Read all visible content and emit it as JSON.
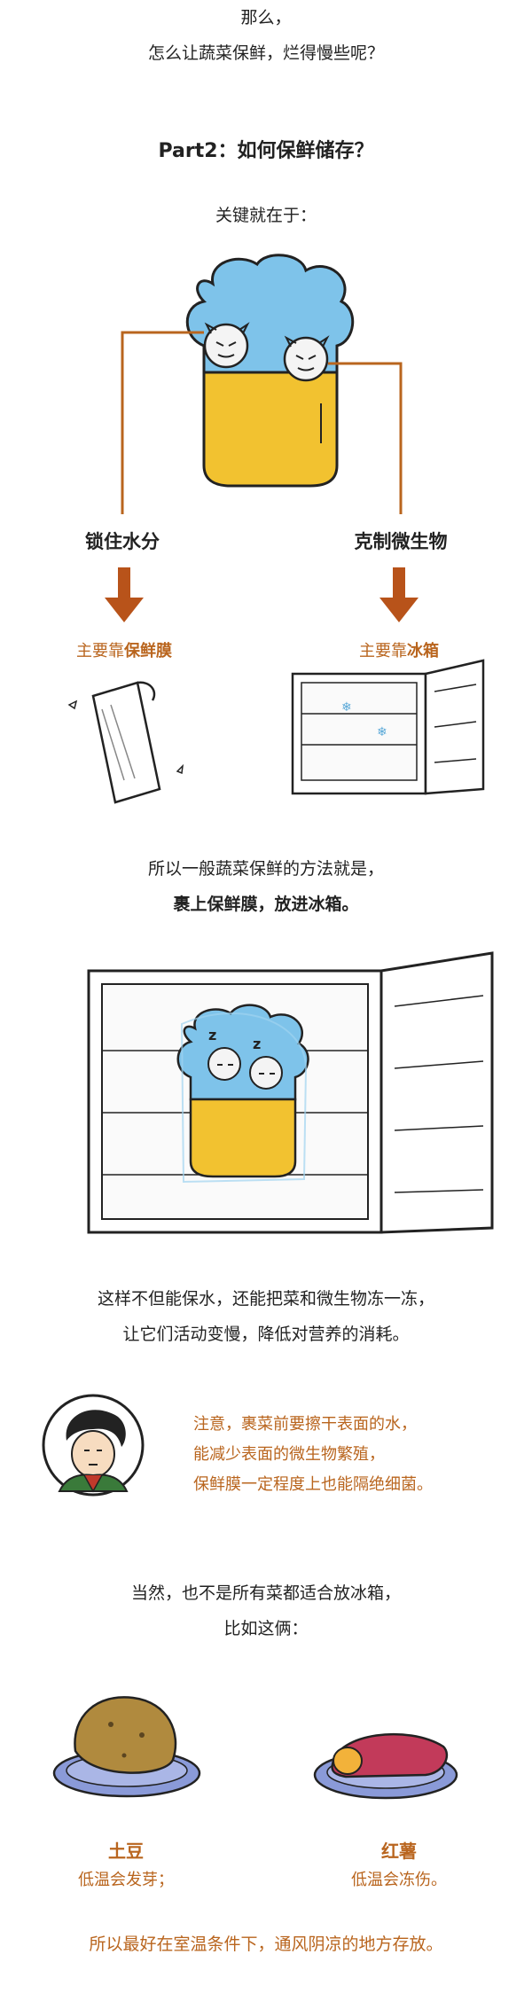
{
  "intro": {
    "line1": "那么，",
    "line2": "怎么让蔬菜保鲜，烂得慢些呢？"
  },
  "section": {
    "title": "Part2：如何保鲜储存？",
    "key": "关键就在于："
  },
  "keys": {
    "left_label": "锁住水分",
    "right_label": "克制微生物",
    "left_prefix": "主要靠",
    "left_item": "保鲜膜",
    "right_prefix": "主要靠",
    "right_item": "冰箱"
  },
  "method": {
    "line1": "所以一般蔬菜保鲜的方法就是，",
    "line2": "裹上保鲜膜，放进冰箱。"
  },
  "benefit": {
    "line1": "这样不但能保水，还能把菜和微生物冻一冻，",
    "line2": "让它们活动变慢，降低对营养的消耗。"
  },
  "note": {
    "line1": "注意，裹菜前要擦干表面的水，",
    "line2": "能减少表面的微生物繁殖，",
    "line3": "保鲜膜一定程度上也能隔绝细菌。"
  },
  "exception": {
    "line1": "当然，也不是所有菜都适合放冰箱，",
    "line2": "比如这俩："
  },
  "items": [
    {
      "name": "土豆",
      "desc": "低温会发芽；"
    },
    {
      "name": "红薯",
      "desc": "低温会冻伤。"
    }
  ],
  "conclusion": "所以最好在室温条件下，通风阴凉的地方存放。",
  "colors": {
    "accent": "#b9651e",
    "arrow": "#b8531a",
    "veg_blue": "#7ec3ea",
    "veg_yellow": "#f2c230"
  }
}
